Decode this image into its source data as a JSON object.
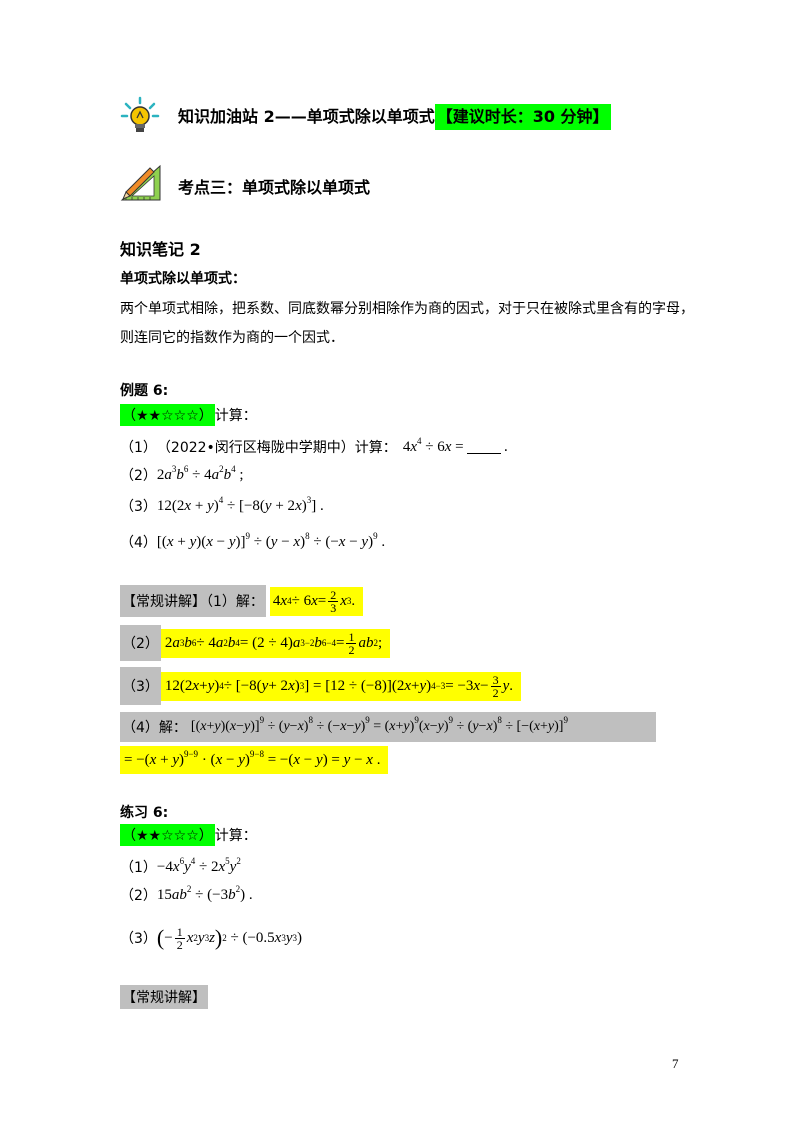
{
  "header": {
    "title": "知识加油站 2——单项式除以单项式",
    "time_tag": "【建议时长：30 分钟】"
  },
  "topic": {
    "title": "考点三：单项式除以单项式"
  },
  "note": {
    "heading": "知识笔记 2",
    "rule_title": "单项式除以单项式：",
    "rule_line1": "两个单项式相除，把系数、同底数幂分别相除作为商的因式，对于只在被除式里含有的字母，",
    "rule_line2": "则连同它的指数作为商的一个因式．"
  },
  "example": {
    "heading": "例题 6:",
    "stars": "（★★☆☆☆）",
    "instruction": "计算：",
    "q1_label": "（1）",
    "q1_text": "（2022•闵行区梅陇中学期中）计算：",
    "q2_label": "（2）",
    "q3_label": "（3）",
    "q4_label": "（4）"
  },
  "solution": {
    "tag1": "【常规讲解】（1）解：",
    "s2_label": "（2）",
    "s3_label": "（3）",
    "s4_label": "（4）解："
  },
  "practice": {
    "heading": "练习 6:",
    "stars": "（★★☆☆☆）",
    "instruction": "计算：",
    "p1_label": "（1）",
    "p2_label": "（2）",
    "p3_label": "（3）",
    "answer_tag": "【常规讲解】"
  },
  "page_number": "7"
}
